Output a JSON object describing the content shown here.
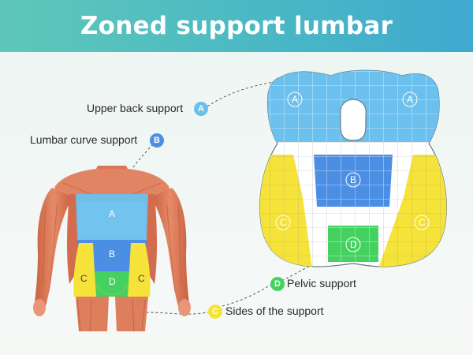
{
  "title": "Zoned support lumbar",
  "callouts": [
    {
      "id": "upper",
      "label": "Upper back support",
      "badge": "A"
    },
    {
      "id": "lumbar",
      "label": "Lumbar curve support",
      "badge": "B"
    },
    {
      "id": "pelvic",
      "label": "Pelvic support",
      "badge": "D"
    },
    {
      "id": "sides",
      "label": "Sides of the support",
      "badge": "C"
    }
  ],
  "zones": {
    "A": {
      "color": "#6cc0ee"
    },
    "B": {
      "color": "#4b8fe5"
    },
    "C": {
      "color": "#f6e33a"
    },
    "D": {
      "color": "#45d160"
    }
  },
  "body_zone_letters": [
    "A",
    "B",
    "C",
    "D",
    "C"
  ],
  "cushion_zone_letters": [
    "A",
    "A",
    "B",
    "C",
    "C",
    "D"
  ]
}
